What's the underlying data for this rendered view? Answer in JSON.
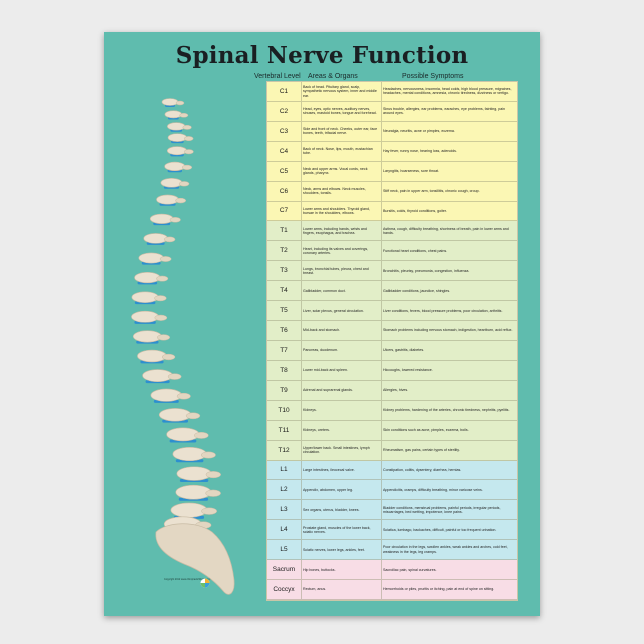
{
  "poster": {
    "title": "Spinal Nerve Function",
    "headers": {
      "level": "Vertebral Level",
      "areas": "Areas & Organs",
      "symptoms": "Possible Symptoms"
    },
    "copyright": "Copyright 2012 www.chiropracticWorld.com",
    "section_colors": {
      "cervical": "#fbf7b4",
      "thoracic": "#e2eec8",
      "lumbar": "#c5e8ee",
      "sacral": "#f8dde6"
    },
    "rows": [
      {
        "level": "C1",
        "section": "cervical",
        "areas": "Back of head. Pituitary gland, scalp, sympathetic nervous system, inner and middle ear.",
        "symptoms": "Headaches, nervousness, insomnia, head colds, high blood pressure, migraines, headaches, mental conditions, amnesia, chronic tiredness, dizziness or vertigo."
      },
      {
        "level": "C2",
        "section": "cervical",
        "areas": "Head, eyes, optic nerves, auditory nerves, sinuses, mastoid bones, tongue and forehead.",
        "symptoms": "Sinus trouble, allergies, ear problems, earaches, eye problems, fainting, pain around eyes."
      },
      {
        "level": "C3",
        "section": "cervical",
        "areas": "Side and front of neck. Cheeks, outer ear, face bones, teeth, trifacial nerve.",
        "symptoms": "Neuralgia, neuritis, acne or pimples, eczema."
      },
      {
        "level": "C4",
        "section": "cervical",
        "areas": "Back of neck. Nose, lips, mouth, eustachian tube.",
        "symptoms": "Hay fever, runny nose, hearing loss, adenoids."
      },
      {
        "level": "C5",
        "section": "cervical",
        "areas": "Neck and upper arms. Vocal cords, neck glands, pharynx.",
        "symptoms": "Laryngitis, hoarseness, sore throat."
      },
      {
        "level": "C6",
        "section": "cervical",
        "areas": "Neck, arms and elbows. Neck muscles, shoulders, tonsils.",
        "symptoms": "Stiff neck, pain in upper arm, tonsillitis, chronic cough, croup."
      },
      {
        "level": "C7",
        "section": "cervical",
        "areas": "Lower arms and shoulders. Thyroid gland, bursae in the shoulders, elbows.",
        "symptoms": "Bursitis, colds, thyroid conditions, goiter."
      },
      {
        "level": "T1",
        "section": "thoracic",
        "areas": "Lower arms, including hands, wrists and fingers, esophagus, and trachea.",
        "symptoms": "Asthma, cough, difficulty breathing, shortness of breath, pain in lower arms and hands."
      },
      {
        "level": "T2",
        "section": "thoracic",
        "areas": "Heart, including its valves and coverings, coronary arteries.",
        "symptoms": "Functional heart conditions, chest pains."
      },
      {
        "level": "T3",
        "section": "thoracic",
        "areas": "Lungs, bronchial tubes, pleura, chest and breast.",
        "symptoms": "Bronchitis, pleurisy, pneumonia, congestion, influenza."
      },
      {
        "level": "T4",
        "section": "thoracic",
        "areas": "Gallbladder, common duct.",
        "symptoms": "Gallbladder conditions, jaundice, shingles."
      },
      {
        "level": "T5",
        "section": "thoracic",
        "areas": "Liver, solar plexus, general circulation.",
        "symptoms": "Liver conditions, fevers, blood pressure problems, poor circulation, arthritis."
      },
      {
        "level": "T6",
        "section": "thoracic",
        "areas": "Mid-back and stomach.",
        "symptoms": "Stomach problems including nervous stomach, indigestion, heartburn, acid reflux."
      },
      {
        "level": "T7",
        "section": "thoracic",
        "areas": "Pancreas, duodenum.",
        "symptoms": "Ulcers, gastritis, diabetes."
      },
      {
        "level": "T8",
        "section": "thoracic",
        "areas": "Lower mid-back and spleen.",
        "symptoms": "Hiccoughs, lowered resistance."
      },
      {
        "level": "T9",
        "section": "thoracic",
        "areas": "Adrenal and suprarenal glands.",
        "symptoms": "Allergies, hives."
      },
      {
        "level": "T10",
        "section": "thoracic",
        "areas": "Kidneys.",
        "symptoms": "Kidney problems, hardening of the arteries, chronic tiredness, nephritis, pyelitis."
      },
      {
        "level": "T11",
        "section": "thoracic",
        "areas": "Kidneys, ureters.",
        "symptoms": "Skin conditions such as acne, pimples, eczema, boils."
      },
      {
        "level": "T12",
        "section": "thoracic",
        "areas": "Upper/lower back. Small intestines, lymph circulation.",
        "symptoms": "Rheumatism, gas pains, certain types of sterility."
      },
      {
        "level": "L1",
        "section": "lumbar",
        "areas": "Large intestines, ileocecal valve.",
        "symptoms": "Constipation, colitis, dysentery, diarrhea, hernias."
      },
      {
        "level": "L2",
        "section": "lumbar",
        "areas": "Appendix, abdomen, upper leg.",
        "symptoms": "Appendicitis, cramps, difficulty breathing, minor varicose veins."
      },
      {
        "level": "L3",
        "section": "lumbar",
        "areas": "Sex organs, uterus, bladder, knees.",
        "symptoms": "Bladder conditions, menstrual problems, painful periods, irregular periods, miscarriages, bed wetting, impotence, knee pains."
      },
      {
        "level": "L4",
        "section": "lumbar",
        "areas": "Prostate gland, muscles of the lower back, sciatic nerves.",
        "symptoms": "Sciatica, lumbago, backaches, difficult, painful or too frequent urination."
      },
      {
        "level": "L5",
        "section": "lumbar",
        "areas": "Sciatic nerves, lower legs, ankles, feet.",
        "symptoms": "Poor circulation in the legs, swollen ankles, weak ankles and arches, cold feet, weakness in the legs, leg cramps."
      },
      {
        "level": "Sacrum",
        "section": "sacral",
        "areas": "Hip bones, buttocks.",
        "symptoms": "Sacroiliac pain, spinal curvatures."
      },
      {
        "level": "Coccyx",
        "section": "sacral",
        "areas": "Rectum, anus.",
        "symptoms": "Hemorrhoids or piles, pruritis or itching, pain at end of spine on sitting."
      }
    ]
  }
}
